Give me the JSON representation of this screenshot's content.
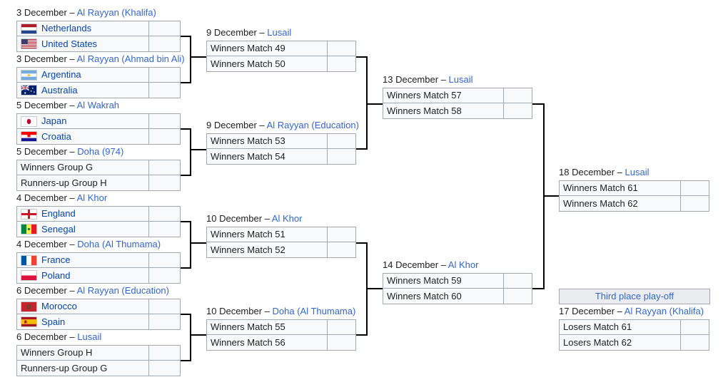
{
  "r16": [
    {
      "date": "3 December",
      "venue": "Al Rayyan (Khalifa)",
      "t1": "Netherlands",
      "t2": "United States",
      "f1": "NED",
      "f2": "USA"
    },
    {
      "date": "3 December",
      "venue": "Al Rayyan (Ahmad bin Ali)",
      "t1": "Argentina",
      "t2": "Australia",
      "f1": "ARG",
      "f2": "AUS"
    },
    {
      "date": "5 December",
      "venue": "Al Wakrah",
      "t1": "Japan",
      "t2": "Croatia",
      "f1": "JPN",
      "f2": "CRO"
    },
    {
      "date": "5 December",
      "venue": "Doha (974)",
      "t1": "Winners Group G",
      "t2": "Runners-up Group H",
      "f1": "",
      "f2": ""
    },
    {
      "date": "4 December",
      "venue": "Al Khor",
      "t1": "England",
      "t2": "Senegal",
      "f1": "ENG",
      "f2": "SEN"
    },
    {
      "date": "4 December",
      "venue": "Doha (Al Thumama)",
      "t1": "France",
      "t2": "Poland",
      "f1": "FRA",
      "f2": "POL"
    },
    {
      "date": "6 December",
      "venue": "Al Rayyan (Education)",
      "t1": "Morocco",
      "t2": "Spain",
      "f1": "MAR",
      "f2": "ESP"
    },
    {
      "date": "6 December",
      "venue": "Lusail",
      "t1": "Winners Group H",
      "t2": "Runners-up Group G",
      "f1": "",
      "f2": ""
    }
  ],
  "qf": [
    {
      "date": "9 December",
      "venue": "Lusail",
      "t1": "Winners Match 49",
      "t2": "Winners Match 50"
    },
    {
      "date": "9 December",
      "venue": "Al Rayyan (Education)",
      "t1": "Winners Match 53",
      "t2": "Winners Match 54"
    },
    {
      "date": "10 December",
      "venue": "Al Khor",
      "t1": "Winners Match 51",
      "t2": "Winners Match 52"
    },
    {
      "date": "10 December",
      "venue": "Doha (Al Thumama)",
      "t1": "Winners Match 55",
      "t2": "Winners Match 56"
    }
  ],
  "sf": [
    {
      "date": "13 December",
      "venue": "Lusail",
      "t1": "Winners Match 57",
      "t2": "Winners Match 58"
    },
    {
      "date": "14 December",
      "venue": "Al Khor",
      "t1": "Winners Match 59",
      "t2": "Winners Match 60"
    }
  ],
  "final": {
    "date": "18 December",
    "venue": "Lusail",
    "t1": "Winners Match 61",
    "t2": "Winners Match 62"
  },
  "third": {
    "heading": "Third place play-off",
    "date": "17 December",
    "venue": "Al Rayyan (Khalifa)",
    "t1": "Losers Match 61",
    "t2": "Losers Match 62"
  },
  "sep": " – ",
  "colors": {
    "link": "#3366cc",
    "cell_bg": "#f8f9fa",
    "border": "#a2a9b1",
    "line": "#000000"
  }
}
